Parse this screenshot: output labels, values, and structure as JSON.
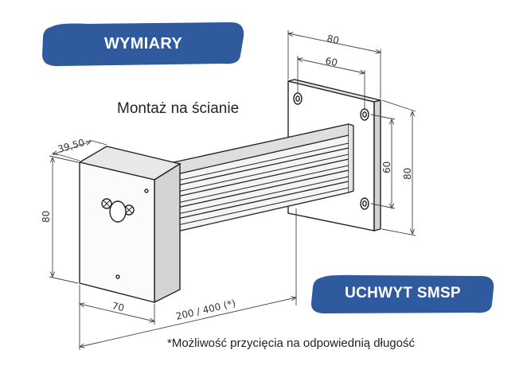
{
  "badges": {
    "top": "WYMIARY",
    "bottom": "UCHWYT SMSP"
  },
  "labels": {
    "mount": "Montaż na ścianie",
    "footnote": "*Możliwość przycięcia na odpowiednią długość"
  },
  "dimensions": {
    "plate_width_outer": "80",
    "plate_hole_spacing_h": "60",
    "plate_hole_spacing_v": "60",
    "plate_height": "80",
    "end_depth": "39,50",
    "end_height": "80",
    "end_width": "70",
    "bar_length": "200 / 400 (*)"
  },
  "colors": {
    "badge": "#2f5a9e",
    "line": "#222222",
    "dim_line": "#444444",
    "fill_light": "#f2f2f2",
    "fill_mid": "#dcdcdc"
  },
  "icons": {
    "screw": "screw-icon",
    "hole": "hole-icon"
  }
}
